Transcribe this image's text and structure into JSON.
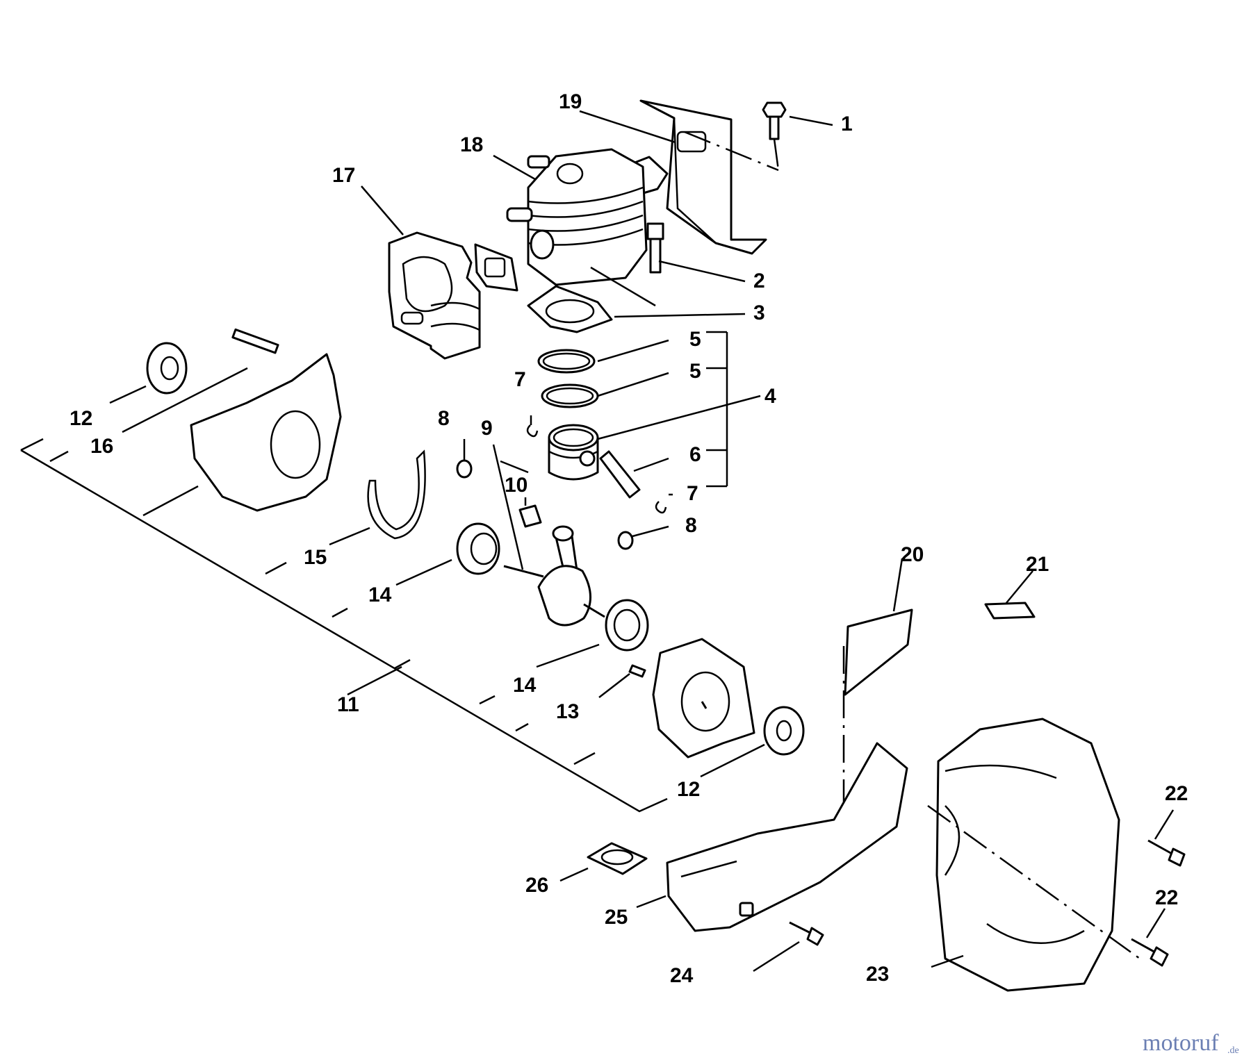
{
  "callouts": {
    "c1": "1",
    "c2": "2",
    "c3": "3",
    "c4": "4",
    "c5a": "5",
    "c5b": "5",
    "c6": "6",
    "c7a": "7",
    "c7b": "7",
    "c8a": "8",
    "c8b": "8",
    "c9": "9",
    "c10": "10",
    "c11": "11",
    "c12a": "12",
    "c12b": "12",
    "c13": "13",
    "c14a": "14",
    "c14b": "14",
    "c15": "15",
    "c16": "16",
    "c17": "17",
    "c18": "18",
    "c19": "19",
    "c20": "20",
    "c21": "21",
    "c22a": "22",
    "c22b": "22",
    "c23": "23",
    "c24": "24",
    "c25": "25",
    "c26": "26"
  },
  "watermark": {
    "brand": "motoruf",
    "tld": ".de"
  },
  "icons": {
    "cylinder": "cylinder-icon",
    "piston": "piston-icon",
    "crankshaft": "crankshaft-icon",
    "fan-cover": "fan-cover-icon"
  }
}
